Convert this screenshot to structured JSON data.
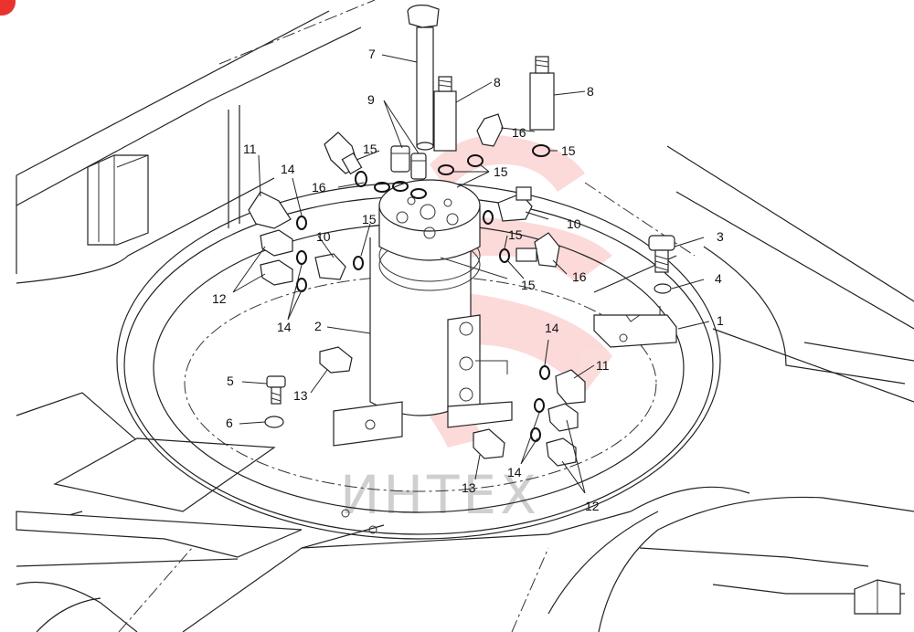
{
  "diagram": {
    "watermark": "ИНТЕХ",
    "callouts": [
      {
        "id": "c1",
        "text": "1"
      },
      {
        "id": "c2",
        "text": "2"
      },
      {
        "id": "c3",
        "text": "3"
      },
      {
        "id": "c4",
        "text": "4"
      },
      {
        "id": "c5",
        "text": "5"
      },
      {
        "id": "c6",
        "text": "6"
      },
      {
        "id": "c7",
        "text": "7"
      },
      {
        "id": "c8a",
        "text": "8"
      },
      {
        "id": "c8b",
        "text": "8"
      },
      {
        "id": "c9",
        "text": "9"
      },
      {
        "id": "c10a",
        "text": "10"
      },
      {
        "id": "c10b",
        "text": "10"
      },
      {
        "id": "c11a",
        "text": "11"
      },
      {
        "id": "c11b",
        "text": "11"
      },
      {
        "id": "c12a",
        "text": "12"
      },
      {
        "id": "c12b",
        "text": "12"
      },
      {
        "id": "c13a",
        "text": "13"
      },
      {
        "id": "c13b",
        "text": "13"
      },
      {
        "id": "c14a",
        "text": "14"
      },
      {
        "id": "c14b",
        "text": "14"
      },
      {
        "id": "c14c",
        "text": "14"
      },
      {
        "id": "c14d",
        "text": "14"
      },
      {
        "id": "c15a",
        "text": "15"
      },
      {
        "id": "c15b",
        "text": "15"
      },
      {
        "id": "c15c",
        "text": "15"
      },
      {
        "id": "c15d",
        "text": "15"
      },
      {
        "id": "c15e",
        "text": "15"
      },
      {
        "id": "c15f",
        "text": "15"
      },
      {
        "id": "c16a",
        "text": "16"
      },
      {
        "id": "c16b",
        "text": "16"
      },
      {
        "id": "c16c",
        "text": "16"
      }
    ]
  }
}
